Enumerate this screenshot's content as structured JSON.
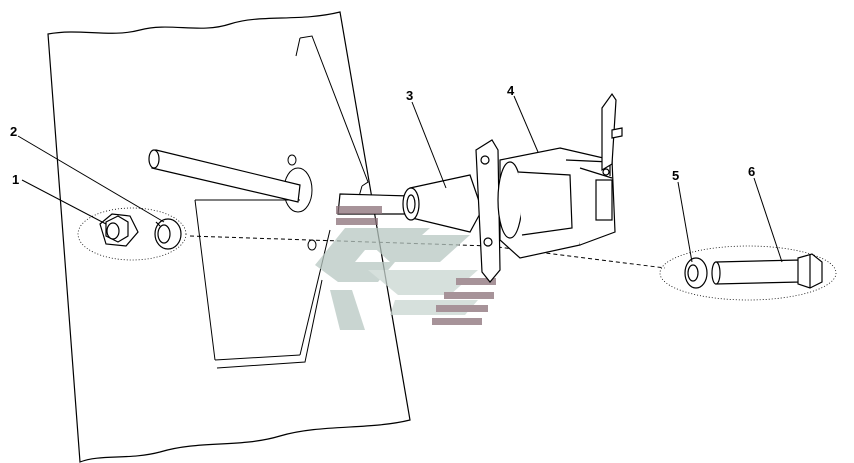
{
  "callouts": [
    {
      "id": "1",
      "label": "1"
    },
    {
      "id": "2",
      "label": "2"
    },
    {
      "id": "3",
      "label": "3"
    },
    {
      "id": "4",
      "label": "4"
    },
    {
      "id": "5",
      "label": "5"
    },
    {
      "id": "6",
      "label": "6"
    }
  ],
  "colors": {
    "line": "#000000",
    "watermark_light": "#b8c8c2",
    "watermark_dark": "#8a6f78"
  }
}
